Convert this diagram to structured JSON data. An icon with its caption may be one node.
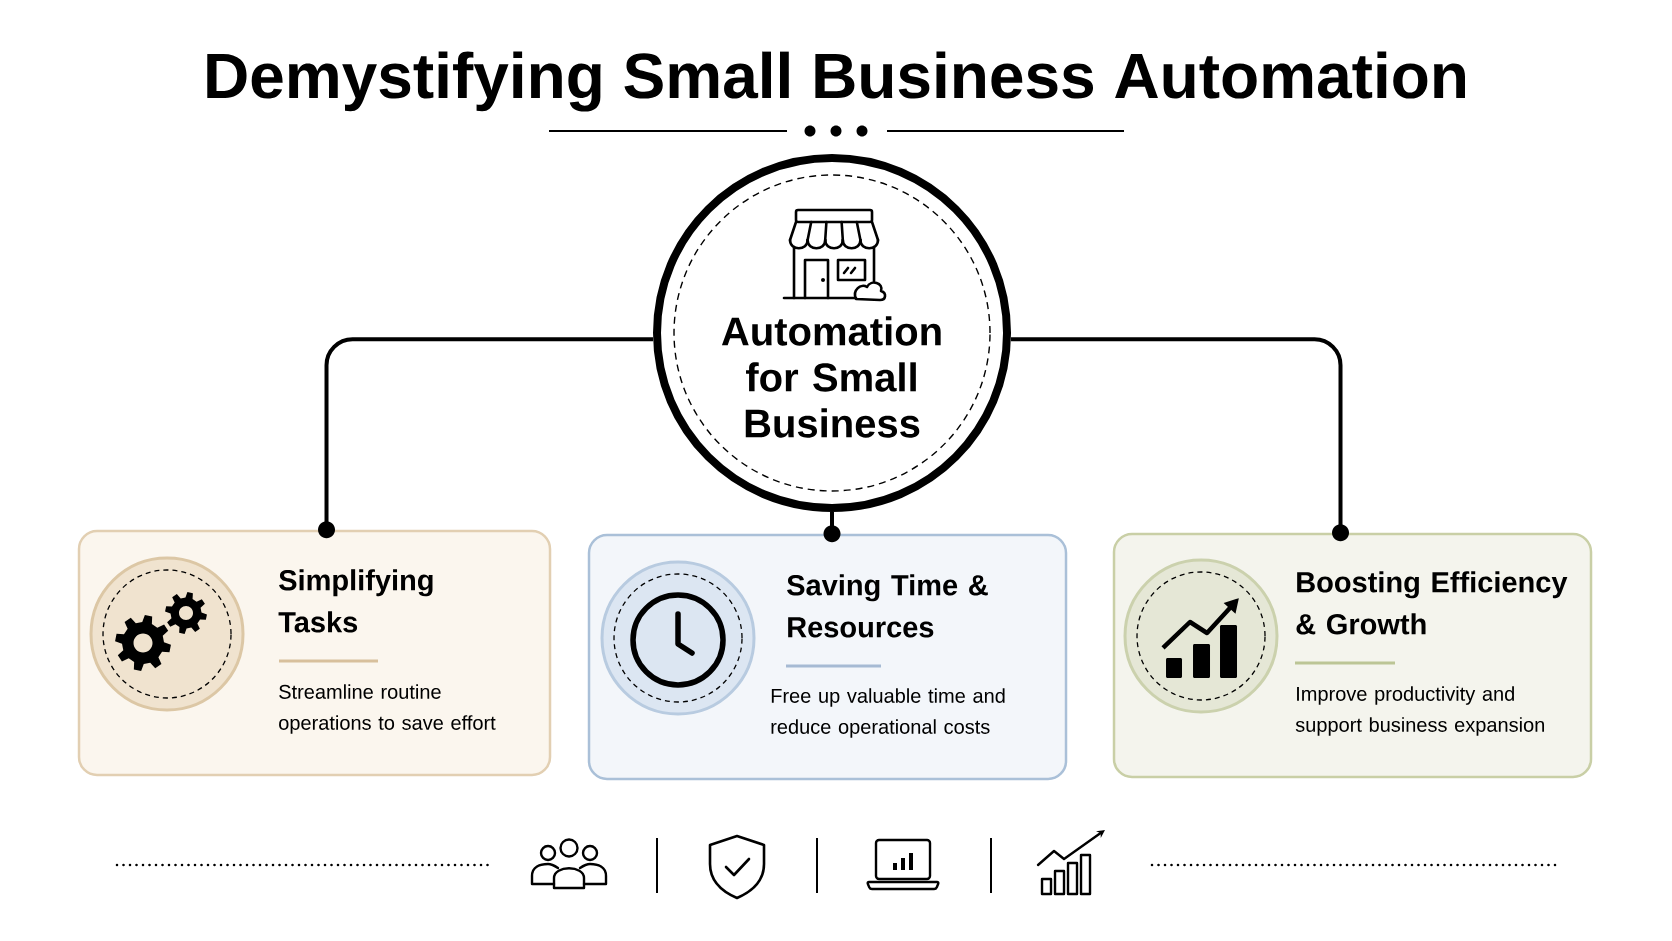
{
  "diagram": {
    "title": "Demystifying Small Business Automation",
    "nodes": [
      {
        "text": [
          "Automation for Small Business"
        ]
      },
      {
        "text": [
          "Simplifying Tasks",
          "Streamline routine operations to save effort"
        ]
      },
      {
        "text": [
          "Saving Time & Resources",
          "Free up valuable time and reduce operational costs"
        ]
      },
      {
        "text": [
          "Boosting Efficiency & Growth",
          "Improve productivity and support business expansion"
        ]
      }
    ],
    "edges": [
      {
        "from": 0,
        "to": 1,
        "arrow": "other"
      },
      {
        "from": 0,
        "to": 2,
        "arrow": "other"
      },
      {
        "from": 0,
        "to": 3,
        "arrow": "other"
      }
    ]
  }
}
